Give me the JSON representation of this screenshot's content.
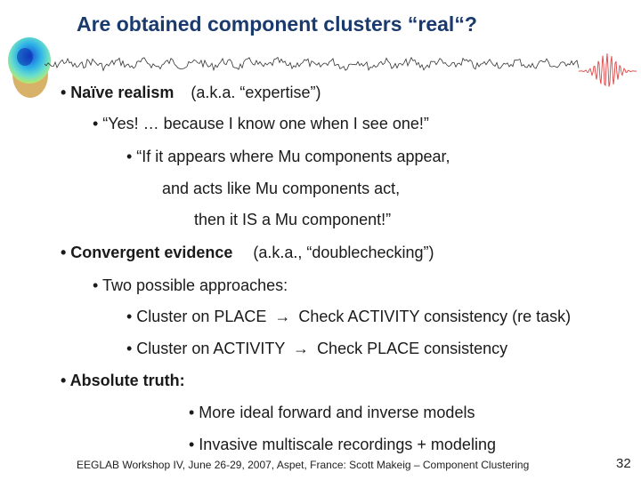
{
  "slide": {
    "title": "Are obtained component clusters “real“?",
    "bullets": {
      "naive_head": "• Naïve realism",
      "naive_aka": "(a.k.a. “expertise”)",
      "yes_line": "• “Yes! … because I know one when I see one!”",
      "mu_line1": "• “If it appears where Mu components appear,",
      "mu_line2": "and acts like Mu components act,",
      "mu_line3": "then it IS a Mu component!”",
      "conv_head": "• Convergent evidence",
      "conv_aka": "(a.k.a., “doublechecking”)",
      "two_approaches": "• Two possible approaches:",
      "place_a": "• Cluster on PLACE",
      "place_b": "Check ACTIVITY consistency (re task)",
      "activity_a": "• Cluster on ACTIVITY",
      "activity_b": "Check PLACE consistency",
      "abs_head": "• Absolute truth:",
      "ideal_models": "• More ideal forward and inverse models",
      "invasive": "• Invasive multiscale recordings + modeling"
    },
    "footer": "EEGLAB Workshop IV, June 26-29, 2007, Aspet, France: Scott Makeig – Component Clustering",
    "page_number": "32",
    "arrow_glyph": "→"
  }
}
